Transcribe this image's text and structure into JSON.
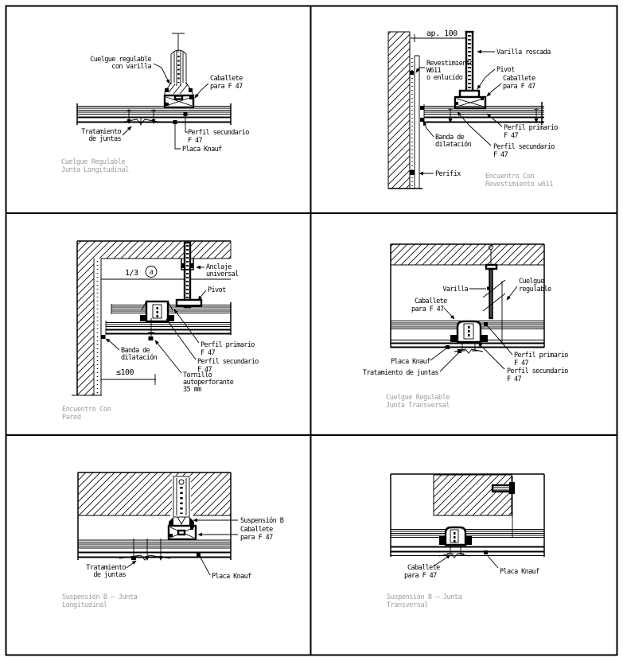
{
  "sheet": {
    "background": "#ffffff",
    "line_color": "#000000",
    "title_color": "#9c9c9c",
    "panels": [
      {
        "name": "cuelgue-regulable-junta-longitudinal",
        "title": [
          "Cuelgue Regulable",
          "Junta Longitudinal"
        ],
        "labels": {
          "cuelgue": [
            "Cuelgue regulable",
            "con varilla"
          ],
          "caballete": [
            "Caballete",
            "para F 47"
          ],
          "tratamiento": [
            "Tratamiento",
            "de juntas"
          ],
          "perfil_secundario": [
            "Perfil secundario",
            "F 47"
          ],
          "placa": [
            "Placa Knauf"
          ]
        }
      },
      {
        "name": "encuentro-con-revestimiento-w611",
        "title": [
          "Encuentro Con",
          "Revestimiento w611"
        ],
        "dimension": "ap. 100",
        "labels": {
          "varilla": [
            "Varilla roscada"
          ],
          "pivot": [
            "Pivot"
          ],
          "caballete": [
            "Caballete",
            "para F 47"
          ],
          "revestimiento": [
            "Revestimiento",
            "W611",
            "o enlucido"
          ],
          "banda": [
            "Banda de",
            "dilatación"
          ],
          "perfil_primario": [
            "Perfil primario",
            "F 47"
          ],
          "perfil_secundario": [
            "Perfil secundario",
            "F 47"
          ],
          "perifix": [
            "Perifix"
          ]
        }
      },
      {
        "name": "encuentro-con-pared",
        "title": [
          "Encuentro Con",
          "Pared"
        ],
        "dimension_top": "1/3",
        "dimension_top_suffix": "a",
        "dimension_bottom": "≤100",
        "labels": {
          "anclaje": [
            "Anclaje",
            "universal"
          ],
          "pivot": [
            "Pivot"
          ],
          "banda": [
            "Banda de",
            "dilatación"
          ],
          "perfil_primario": [
            "Perfil primario",
            "F 47"
          ],
          "perfil_secundario": [
            "Perfil secundario",
            "F 47"
          ],
          "tornillo": [
            "Tornillo",
            "autoperforante",
            "35 mm"
          ]
        }
      },
      {
        "name": "cuelgue-regulable-junta-transversal",
        "title": [
          "Cuelgue Regulable",
          "Junta Transversal"
        ],
        "labels": {
          "varilla": [
            "Varilla"
          ],
          "cuelgue": [
            "Cuelgue",
            "regulable"
          ],
          "caballete": [
            "Caballete",
            "para F 47"
          ],
          "placa": [
            "Placa Knauf"
          ],
          "tratamiento": [
            "Tratamiento de juntas"
          ],
          "perfil_primario": [
            "Perfil primario",
            "F 47"
          ],
          "perfil_secundario": [
            "Perfil secundario",
            "F 47"
          ]
        }
      },
      {
        "name": "suspension-b-junta-longitudinal",
        "title": [
          "Suspensión B — Junta",
          "Longitudinal"
        ],
        "labels": {
          "suspension": [
            "Suspensión B"
          ],
          "caballete": [
            "Caballete",
            "para F 47"
          ],
          "tratamiento": [
            "Tratamiento",
            "de juntas"
          ],
          "placa": [
            "Placa Knauf"
          ]
        }
      },
      {
        "name": "suspension-b-junta-transversal",
        "title": [
          "Suspensión B — Junta",
          "Transversal"
        ],
        "labels": {
          "caballete": [
            "Caballete",
            "para F 47"
          ],
          "placa": [
            "Placa Knauf"
          ]
        }
      }
    ]
  }
}
